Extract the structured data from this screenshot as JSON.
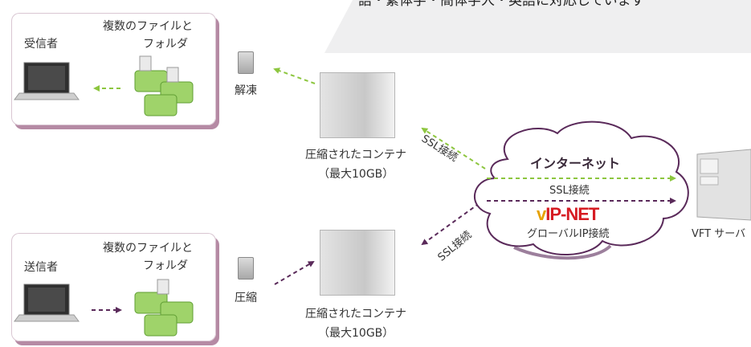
{
  "banner": {
    "text": "語・繁体字・簡体字人・英語に対応しています"
  },
  "top_panel": {
    "role": "受信者",
    "files": [
      "複数のファイルと",
      "フォルダ"
    ]
  },
  "bottom_panel": {
    "role": "送信者",
    "files": [
      "複数のファイルと",
      "フォルダ"
    ]
  },
  "top_step": {
    "label": "解凍"
  },
  "bottom_step": {
    "label": "圧縮"
  },
  "top_container": {
    "lines": [
      "圧縮されたコンテナ",
      "（最大10GB）"
    ]
  },
  "bottom_container": {
    "lines": [
      "圧縮されたコンテナ",
      "（最大10GB）"
    ]
  },
  "ssl_labels": {
    "upper": "SSL接続",
    "lower": "SSL接続",
    "center": "SSL接続"
  },
  "cloud": {
    "title": "インターネット",
    "brand_v": "v",
    "brand_rest": "IP-NET",
    "subtitle": "グローバルIP接続"
  },
  "server": {
    "label": "VFT サーバ"
  },
  "colors": {
    "download": "#8dc63f",
    "upload": "#5a2a5a",
    "panel_shadow": "#b58aa4"
  }
}
